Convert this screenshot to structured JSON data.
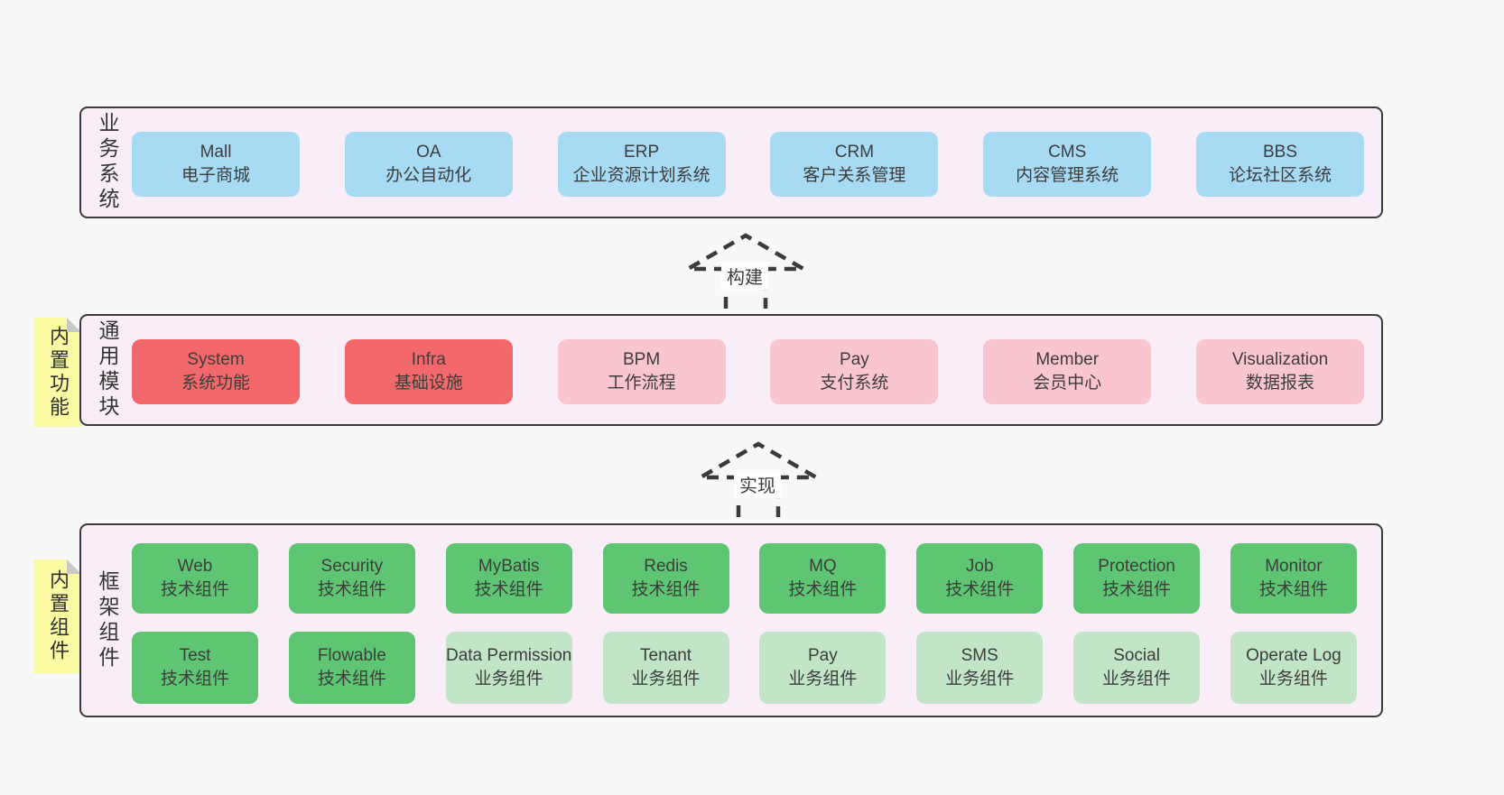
{
  "colors": {
    "page_bg": "#f8f8f8",
    "band_bg": "#f9eef7",
    "band_border": "#3b3b3b",
    "business_box": "#a7dbf4",
    "core_module_box": "#f3696b",
    "optional_module_box": "#f9c5ce",
    "tech_component_box": "#5ec573",
    "biz_component_box": "#c2e5c8",
    "sticky_note": "#fafaa3",
    "text": "#3d3d3d"
  },
  "bands": [
    {
      "label": "业务系统",
      "boxes": [
        {
          "en": "Mall",
          "zh": "电子商城"
        },
        {
          "en": "OA",
          "zh": "办公自动化"
        },
        {
          "en": "ERP",
          "zh": "企业资源计划系统"
        },
        {
          "en": "CRM",
          "zh": "客户关系管理"
        },
        {
          "en": "CMS",
          "zh": "内容管理系统"
        },
        {
          "en": "BBS",
          "zh": "论坛社区系统"
        }
      ]
    },
    {
      "label": "通用模块",
      "sticky": "内置功能",
      "boxes": [
        {
          "en": "System",
          "zh": "系统功能"
        },
        {
          "en": "Infra",
          "zh": "基础设施"
        },
        {
          "en": "BPM",
          "zh": "工作流程"
        },
        {
          "en": "Pay",
          "zh": "支付系统"
        },
        {
          "en": "Member",
          "zh": "会员中心"
        },
        {
          "en": "Visualization",
          "zh": "数据报表"
        }
      ]
    },
    {
      "label": "框架组件",
      "sticky": "内置组件",
      "row1": [
        {
          "en": "Web",
          "zh": "技术组件"
        },
        {
          "en": "Security",
          "zh": "技术组件"
        },
        {
          "en": "MyBatis",
          "zh": "技术组件"
        },
        {
          "en": "Redis",
          "zh": "技术组件"
        },
        {
          "en": "MQ",
          "zh": "技术组件"
        },
        {
          "en": "Job",
          "zh": "技术组件"
        },
        {
          "en": "Protection",
          "zh": "技术组件"
        },
        {
          "en": "Monitor",
          "zh": "技术组件"
        }
      ],
      "row2": [
        {
          "en": "Test",
          "zh": "技术组件"
        },
        {
          "en": "Flowable",
          "zh": "技术组件"
        },
        {
          "en": "Data Permission",
          "zh": "业务组件"
        },
        {
          "en": "Tenant",
          "zh": "业务组件"
        },
        {
          "en": "Pay",
          "zh": "业务组件"
        },
        {
          "en": "SMS",
          "zh": "业务组件"
        },
        {
          "en": "Social",
          "zh": "业务组件"
        },
        {
          "en": "Operate Log",
          "zh": "业务组件"
        }
      ]
    }
  ],
  "arrows": [
    {
      "label": "构建"
    },
    {
      "label": "实现"
    }
  ]
}
